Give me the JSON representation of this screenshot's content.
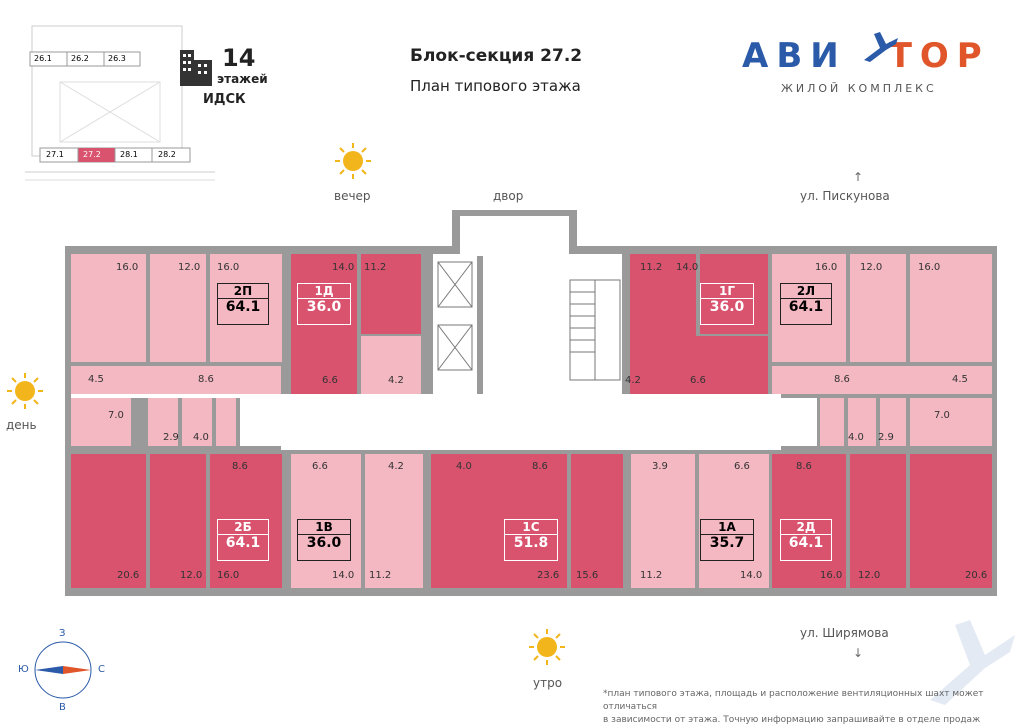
{
  "header": {
    "title": "Блок-секция 27.2",
    "subtitle": "План типового этажа",
    "floors_count": "14",
    "floors_label": "этажей",
    "builder": "ИДСК"
  },
  "brand": {
    "name_part1": "АВИ",
    "name_part2": "ТОР",
    "subtitle": "ЖИЛОЙ КОМПЛЕКС",
    "color_primary": "#2a5aa8",
    "color_accent": "#e0552a"
  },
  "site_map": {
    "top_sections": [
      "26.1",
      "26.2",
      "26.3"
    ],
    "bottom_sections": [
      "27.1",
      "27.2",
      "28.1",
      "28.2"
    ],
    "highlighted": "27.2"
  },
  "directions": {
    "evening": "вечер",
    "yard": "двор",
    "day": "день",
    "morning": "утро",
    "street_top": "ул. Пискунова",
    "street_bottom": "ул. Ширямова"
  },
  "compass": {
    "north": "З",
    "south": "В",
    "west": "Ю",
    "east": "С"
  },
  "footnote": {
    "line1": "*план типового этажа, площадь и расположение вентиляционных шахт может отличаться",
    "line2": "в зависимости от этажа. Точную информацию запрашивайте в отделе продаж"
  },
  "colors": {
    "light_pink": "#f4b8c2",
    "dark_pink": "#d9536e",
    "corridor": "#ffffff",
    "wall": "#8a8a8a",
    "sun": "#f2b51c"
  },
  "apartments": [
    {
      "id": "2П",
      "area": "64.1",
      "tone": "light"
    },
    {
      "id": "1Д",
      "area": "36.0",
      "tone": "dark"
    },
    {
      "id": "1Г",
      "area": "36.0",
      "tone": "dark"
    },
    {
      "id": "2Л",
      "area": "64.1",
      "tone": "light"
    },
    {
      "id": "2Б",
      "area": "64.1",
      "tone": "dark"
    },
    {
      "id": "1В",
      "area": "36.0",
      "tone": "light"
    },
    {
      "id": "1С",
      "area": "51.8",
      "tone": "dark"
    },
    {
      "id": "1А",
      "area": "35.7",
      "tone": "light"
    },
    {
      "id": "2Д",
      "area": "64.1",
      "tone": "dark"
    }
  ],
  "room_areas": {
    "top": [
      "16.0",
      "12.0",
      "16.0",
      "14.0",
      "11.2",
      "11.2",
      "14.0",
      "16.0",
      "12.0",
      "16.0"
    ],
    "top_small": [
      "6.6",
      "4.2",
      "4.2",
      "6.6"
    ],
    "mid_left": [
      "4.5",
      "8.6",
      "7.0",
      "2.9",
      "4.0"
    ],
    "mid_right": [
      "8.6",
      "4.5",
      "7.0",
      "4.0",
      "2.9"
    ],
    "bottom_top": [
      "8.6",
      "6.6",
      "4.2",
      "4.0",
      "8.6",
      "3.9",
      "6.6",
      "8.6"
    ],
    "bottom": [
      "20.6",
      "12.0",
      "16.0",
      "14.0",
      "11.2",
      "23.6",
      "15.6",
      "11.2",
      "14.0",
      "16.0",
      "12.0",
      "20.6"
    ]
  }
}
